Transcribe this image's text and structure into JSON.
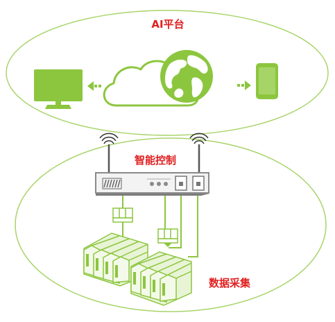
{
  "ai_platform": {
    "label": "AI平台"
  },
  "intelligent_control": {
    "label": "智能控制"
  },
  "data_collection": {
    "label": "数据采集"
  },
  "colors": {
    "accent_green": "#8cc63f",
    "dark_green": "#6fa92e",
    "light_green_fill": "#e9f4d6",
    "label_red": "#e02020",
    "device_gray": "#8a8a8a",
    "device_fill": "#f2f2f2"
  },
  "icons": [
    "monitor-icon",
    "cloud-icon",
    "globe-icon",
    "phone-icon",
    "wifi-signal-icon",
    "controller-device-icon",
    "converter-module-icon",
    "battery-rack-icon"
  ]
}
